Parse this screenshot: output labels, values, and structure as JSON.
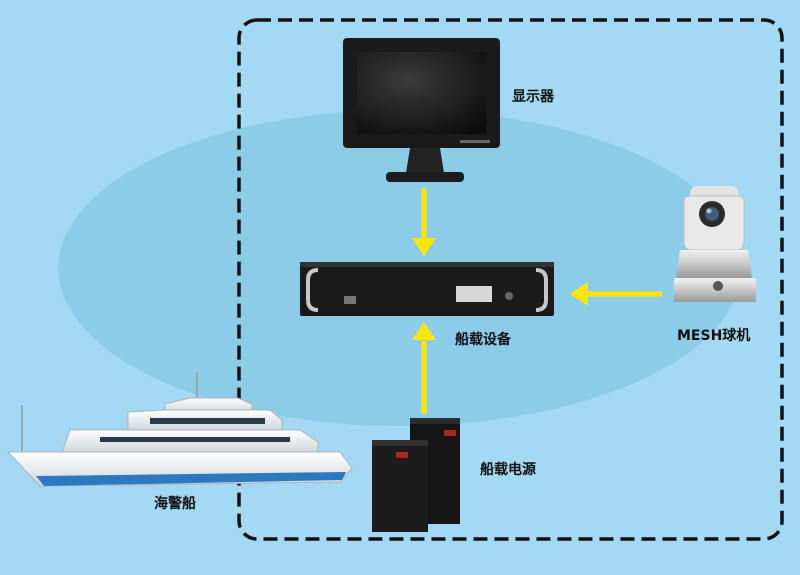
{
  "labels": {
    "monitor": "显示器",
    "device": "船载设备",
    "camera": "MESH球机",
    "power": "船载电源",
    "ship": "海警船"
  },
  "colors": {
    "background": "#a3d9f2",
    "ellipse": "#8ccce9",
    "arrow": "#ffe600",
    "dash": "#111111"
  }
}
